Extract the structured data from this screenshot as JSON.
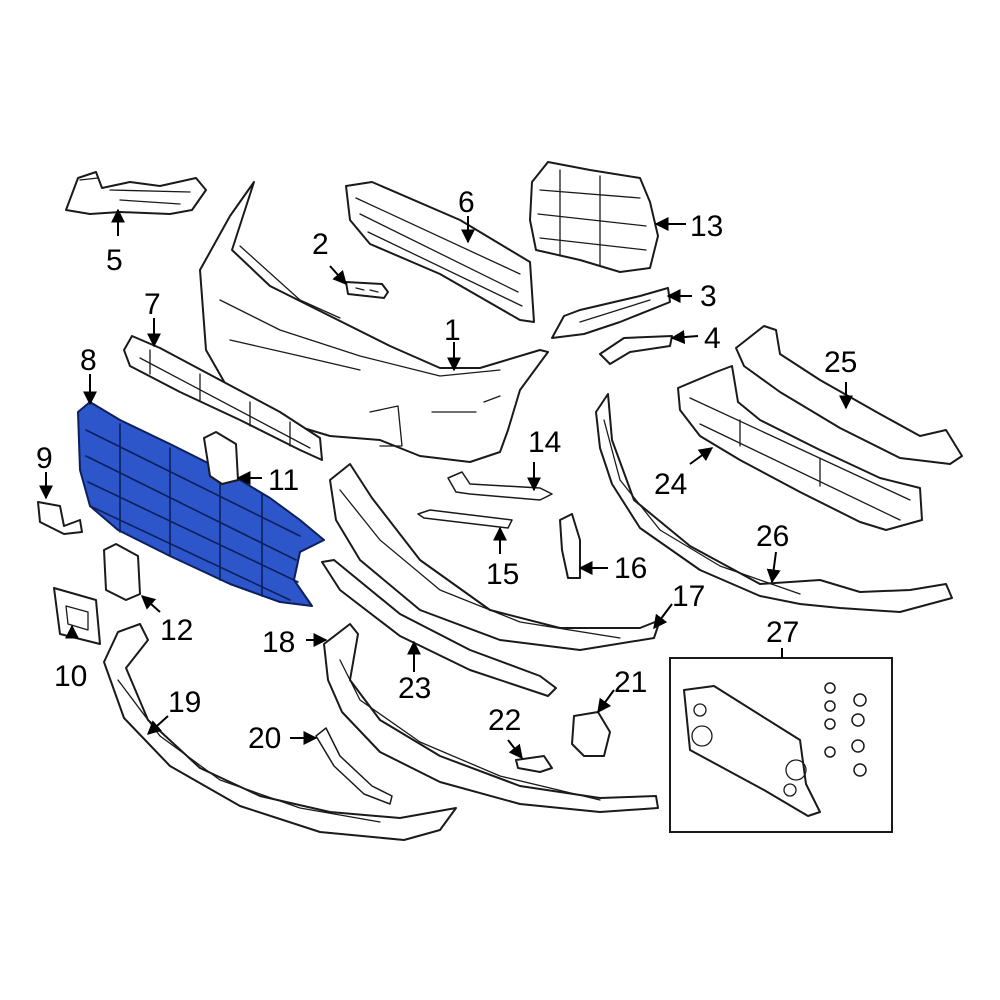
{
  "diagram": {
    "highlight_color": "#2c56c9",
    "line_color": "#1a1a1a",
    "background_color": "#ffffff",
    "callouts": [
      "1",
      "2",
      "3",
      "4",
      "5",
      "6",
      "7",
      "8",
      "9",
      "10",
      "11",
      "12",
      "13",
      "14",
      "15",
      "16",
      "17",
      "18",
      "19",
      "20",
      "21",
      "22",
      "23",
      "24",
      "25",
      "26",
      "27"
    ],
    "highlighted_part": "8"
  }
}
